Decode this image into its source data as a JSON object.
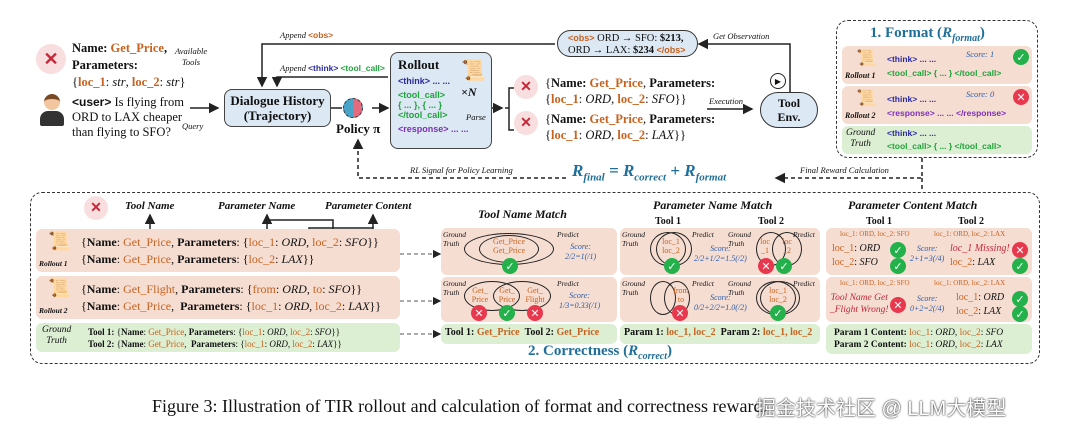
{
  "top": {
    "available_tools": {
      "name_label": "Name",
      "tool_name": "Get_Price",
      "params_label": "Parameters",
      "param1": "loc_1",
      "param1_type": "str",
      "param2": "loc_2",
      "param2_type": "str",
      "caption_line1": "Available",
      "caption_line2": "Tools"
    },
    "query": {
      "user_tag": "<user>",
      "line1": " Is flying from",
      "line2": "ORD to LAX cheaper",
      "line3": "than flying to SFO?",
      "caption": "Query"
    },
    "dialogue_history": {
      "line1": "Dialogue History",
      "line2": "(Trajectory)"
    },
    "append_obs": {
      "prefix": "Append ",
      "tag": "<obs>"
    },
    "append_think": {
      "prefix": "Append ",
      "tag1": "<think>",
      "tag2": "<tool_call>"
    },
    "policy_label": "Policy π",
    "rollout": {
      "title": "Rollout",
      "think": "<think> ... ...",
      "tool_call_open": "<tool_call>",
      "tool_call_body": "{ ... }, { ... }",
      "tool_call_close": "</tool_call>",
      "response": "<response> ... ...",
      "times_n": "×N"
    },
    "parse_label": "Parse",
    "calls": [
      {
        "name_label": "Name",
        "tool": "Get_Price",
        "params_label": "Parameters",
        "p1": "loc_1",
        "v1": "ORD",
        "p2": "loc_2",
        "v2": "SFO"
      },
      {
        "name_label": "Name",
        "tool": "Get_Price",
        "params_label": "Parameters",
        "p1": "loc_1",
        "v1": "ORD",
        "p2": "loc_2",
        "v2": "LAX"
      }
    ],
    "execution_label": "Execution",
    "tool_env": {
      "line1": "Tool",
      "line2": "Env."
    },
    "observation": {
      "open_tag": "<obs>",
      "line1": " ORD → SFO: ",
      "price1": "$213,",
      "line2": "ORD → LAX: ",
      "price2": "$234",
      "close_tag": " </obs>"
    },
    "get_observation_label": "Get Observation",
    "rl_signal_label": "RL Signal for Policy Learning",
    "formula": {
      "lhs": "R",
      "lhs_sub": "final",
      "eq": " = ",
      "r1": "R",
      "r1_sub": "correct",
      "plus": " + ",
      "r2": "R",
      "r2_sub": "format"
    },
    "final_reward_label": "Final Reward Calculation"
  },
  "format_panel": {
    "title_prefix": "1. Format (",
    "title_r": "R",
    "title_sub": "format",
    "title_suffix": ")",
    "rows": [
      {
        "label": "Rollout 1",
        "line1": "<think> ... ...",
        "line2": "<tool_call> { ... } </tool_call>",
        "score": "Score: 1",
        "status": "check"
      },
      {
        "label": "Rollout 2",
        "line1": "<think> ... ...",
        "line2": "<response> ... ... </response>",
        "score": "Score: 0",
        "status": "cross"
      },
      {
        "label_line1": "Ground",
        "label_line2": "Truth",
        "line1": "<think> ... ...",
        "line2": "<tool_call> { ... } </tool_call>"
      }
    ]
  },
  "correctness_panel": {
    "title_prefix": "2. Correctness (",
    "title_r": "R",
    "title_sub": "correct",
    "title_suffix": ")",
    "annotations": {
      "tool_name": "Tool Name",
      "param_name": "Parameter Name",
      "param_content": "Parameter Content"
    },
    "rollout1": {
      "label": "Rollout 1",
      "calls": [
        {
          "tool": "Get_Price",
          "params": [
            {
              "k": "loc_1",
              "v": "ORD"
            },
            {
              "k": "loc_2",
              "v": "SFO"
            }
          ]
        },
        {
          "tool": "Get_Price",
          "params": [
            {
              "k": "loc_2",
              "v": "LAX"
            }
          ]
        }
      ]
    },
    "rollout2": {
      "label": "Rollout 2",
      "calls": [
        {
          "tool": "Get_Flight",
          "params": [
            {
              "k": "from",
              "v": "ORD"
            },
            {
              "k": "to",
              "v": "SFO"
            }
          ]
        },
        {
          "tool": "Get_Price",
          "params": [
            {
              "k": "loc_1",
              "v": "ORD"
            },
            {
              "k": "loc_2",
              "v": "LAX"
            }
          ]
        }
      ]
    },
    "ground_truth": {
      "label_line1": "Ground",
      "label_line2": "Truth",
      "calls": [
        {
          "prefix": "Tool 1: ",
          "tool": "Get_Price",
          "params": [
            {
              "k": "loc_1",
              "v": "ORD"
            },
            {
              "k": "loc_2",
              "v": "SFO"
            }
          ]
        },
        {
          "prefix": "Tool 2: ",
          "tool": "Get_Price",
          "params": [
            {
              "k": "loc_1",
              "v": "ORD"
            },
            {
              "k": "loc_2",
              "v": "LAX"
            }
          ]
        }
      ]
    },
    "tool_name_match": {
      "title": "Tool Name Match",
      "gt_label1": "Ground",
      "gt_label2": "Truth",
      "pred_label": "Predict",
      "row1": {
        "inner1": "Get_Price",
        "inner2": "Get_Price",
        "score_label": "Score:",
        "score": "2/2=1(/1)"
      },
      "row2": {
        "left1": "Get_",
        "left2": "Price",
        "mid1": "Get_",
        "mid2": "Price",
        "right1": "Get_",
        "right2": "Flight",
        "score_label": "Score:",
        "score": "1/3=0.33(/1)"
      },
      "gt_row": {
        "t1_label": "Tool 1: ",
        "t1": "Get_Price",
        "t2_label": "Tool 2: ",
        "t2": "Get_Price"
      }
    },
    "param_name_match": {
      "title": "Parameter Name Match",
      "tool1": "Tool 1",
      "tool2": "Tool 2",
      "gt_label1": "Ground",
      "gt_label2": "Truth",
      "pred_label": "Predict",
      "row1": {
        "t1_a": "loc_1",
        "t1_b": "loc_2",
        "t2_left1": "loc",
        "t2_left2": "_1",
        "t2_right1": "loc",
        "t2_right2": "_2",
        "score_label": "Score:",
        "score": "2/2+1/2=1.5(/2)"
      },
      "row2": {
        "t1_a": "from",
        "t1_b": "to",
        "t2_a": "loc_1",
        "t2_b": "loc_2",
        "score_label": "Score:",
        "score": "0/2+2/2=1.0(/2)"
      },
      "gt_row": {
        "p1_label": "Param 1: ",
        "p1": "loc_1, loc_2",
        "p2_label": "Param 2: ",
        "p2": "loc_1, loc_2"
      }
    },
    "param_content_match": {
      "title": "Parameter Content Match",
      "tool1": "Tool 1",
      "tool2": "Tool 2",
      "row1": {
        "gt1": "loc_1: ORD, loc_2: SFO",
        "gt2": "loc_1: ORD, loc_2: LAX",
        "t1_a_k": "loc_1",
        "t1_a_v": "ORD",
        "t1_b_k": "loc_2",
        "t1_b_v": "SFO",
        "t2_missing": "loc_1 Missing!",
        "t2_b_k": "loc_2",
        "t2_b_v": "LAX",
        "score_label": "Score:",
        "score": "2+1=3(/4)"
      },
      "row2": {
        "gt1": "loc_1: ORD, loc_2: SFO",
        "gt2": "loc_1: ORD, loc_2: LAX",
        "t1_err1": "Tool Name Get",
        "t1_err2": "_Flight Wrong!",
        "t2_a_k": "loc_1",
        "t2_a_v": "ORD",
        "t2_b_k": "loc_2",
        "t2_b_v": "LAX",
        "score_label": "Score:",
        "score": "0+2=2(/4)"
      },
      "gt_row": {
        "p1_label": "Param 1 Content: ",
        "p1_k1": "loc_1",
        "p1_v1": "ORD",
        "p1_k2": "loc_2",
        "p1_v2": "SFO",
        "p2_label": "Param 2 Content: ",
        "p2_k1": "loc_1",
        "p2_v1": "ORD",
        "p2_k2": "loc_2",
        "p2_v2": "LAX"
      }
    }
  },
  "caption": {
    "text": "Figure 3: Illustration of TIR rollout and calculation of format and correctness reward.",
    "watermark": "掘金技术社区 @ LLM大模型"
  },
  "colors": {
    "orange": "#c8621f",
    "blue_tag": "#2a2a9e",
    "green_tag": "#1fa33a",
    "purple_tag": "#7a2fb8",
    "teal_title": "#1f6f9a",
    "pink_row": "#f6ddd2",
    "green_row": "#dcefd3",
    "box_blue": "#dce8f4",
    "check_green": "#24b14c",
    "cross_red": "#e8384e"
  }
}
